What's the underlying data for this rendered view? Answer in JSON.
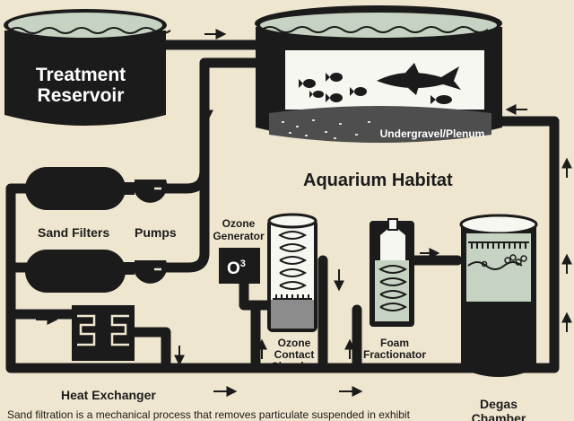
{
  "labels": {
    "treatment_reservoir": [
      "Treatment",
      "Reservoir"
    ],
    "aquarium_habitat": "Aquarium Habitat",
    "undergravel": "Undergravel/Plenum",
    "sand_filters": "Sand Filters",
    "pumps": "Pumps",
    "ozone_generator": [
      "Ozone",
      "Generator"
    ],
    "o3": "O",
    "o3_sup": "3",
    "ozone_contact_chamber": [
      "Ozone",
      "Contact",
      "Chamber"
    ],
    "foam_fractionator": [
      "Foam",
      "Fractionator"
    ],
    "degas_chamber": [
      "Degas",
      "Chamber"
    ],
    "heat_exchanger": "Heat Exchanger",
    "caption": "Sand filtration is a mechanical process that removes particulate suspended in exhibit"
  },
  "colors": {
    "background": "#efe6cf",
    "ink": "#1b1b1b",
    "water": "#c7d3c2",
    "tank_window": "#f5f7f0",
    "gravel": "#4e4e4e",
    "o3_box": "#1b1b1b"
  }
}
